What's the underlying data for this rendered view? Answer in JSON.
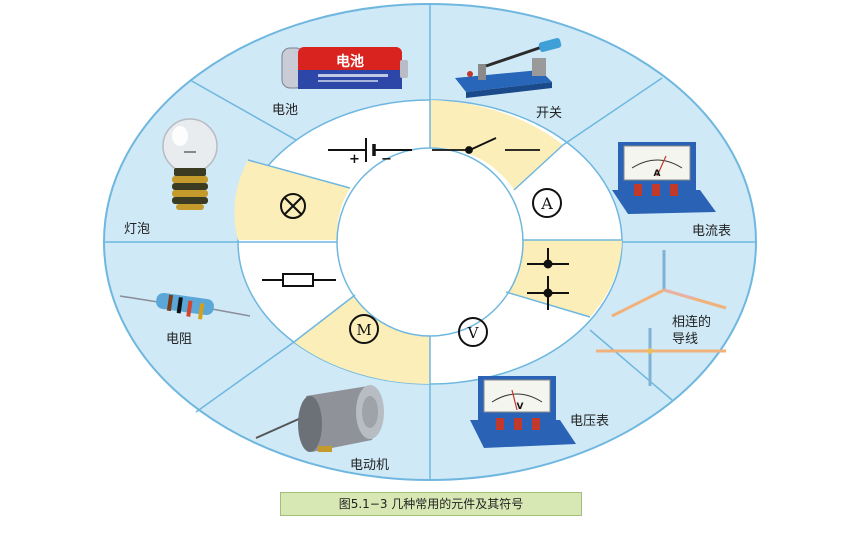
{
  "components": {
    "battery": "电池",
    "switch": "开关",
    "ammeter": "电流表",
    "bulb": "灯泡",
    "resistor": "电阻",
    "connected_wires_line1": "相连的",
    "connected_wires_line2": "导线",
    "motor": "电动机",
    "voltmeter": "电压表"
  },
  "photo_text": {
    "battery_brand": "电池",
    "ammeter_letter": "A",
    "voltmeter_letter": "V"
  },
  "symbols": {
    "ammeter": "A",
    "voltmeter": "V",
    "motor": "M",
    "battery_plus": "+",
    "battery_minus": "−"
  },
  "caption": "图5.1−3   几种常用的元件及其符号",
  "colors": {
    "ring_blue": "#cfe9f7",
    "divider": "#6fb7df",
    "highlight_yellow": "#fbeeb8",
    "caption_green": "#d7e8b5"
  }
}
